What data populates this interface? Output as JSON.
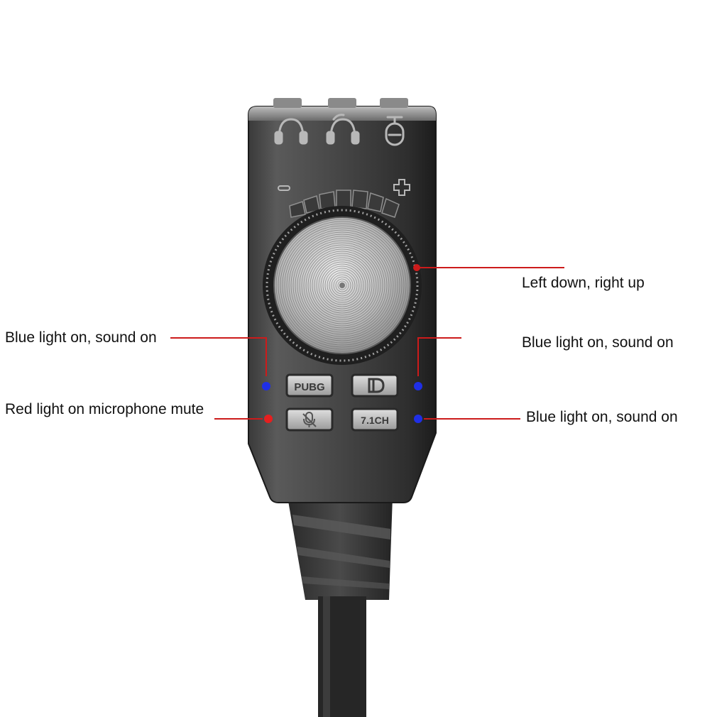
{
  "device": {
    "ports": [
      {
        "icon": "headphone-icon"
      },
      {
        "icon": "headset-mic-icon"
      },
      {
        "icon": "microphone-icon"
      }
    ],
    "volume": {
      "minus_icon": "minus-icon",
      "plus_icon": "plus-icon"
    },
    "buttons": {
      "pubg": "PUBG",
      "game_mode_icon": "game-logo-icon",
      "mic_mute_icon": "mic-mute-icon",
      "surround": "7.1CH"
    }
  },
  "annotations": {
    "knob": "Left down, right up",
    "left_top": "Blue light on, sound on",
    "left_bottom": "Red light on microphone mute",
    "right_top": "Blue light on, sound on",
    "right_bottom": "Blue light on, sound on"
  },
  "colors": {
    "pointer_line": "#cc1b1b",
    "led_blue": "#1f2fe6",
    "led_red": "#e61f1f",
    "body_dark": "#2b2b2b"
  }
}
